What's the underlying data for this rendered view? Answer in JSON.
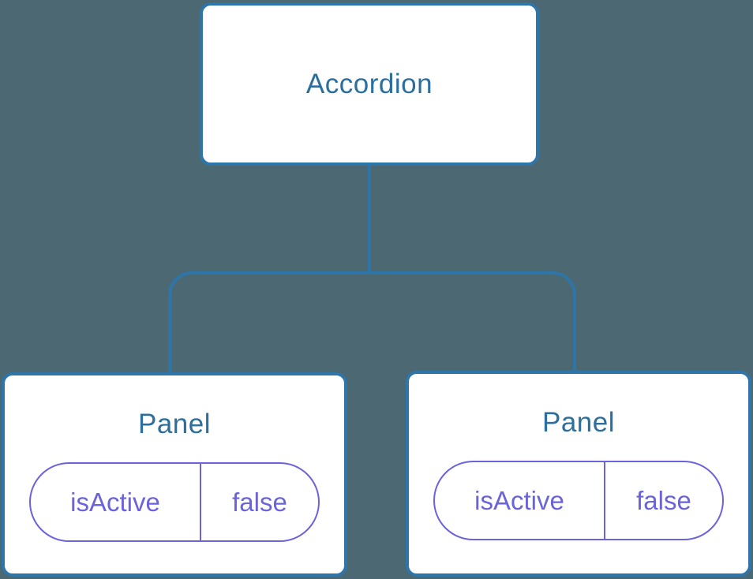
{
  "diagram": {
    "root": {
      "label": "Accordion"
    },
    "children": [
      {
        "label": "Panel",
        "state": {
          "key": "isActive",
          "value": "false"
        }
      },
      {
        "label": "Panel",
        "state": {
          "key": "isActive",
          "value": "false"
        }
      }
    ]
  },
  "colors": {
    "background": "#4C6973",
    "node_fill": "#FFFFFF",
    "node_border": "#2E75A9",
    "node_label_text": "#2D6F9C",
    "connector": "#2E75A9",
    "state_pill_accent": "#6A63DC"
  }
}
